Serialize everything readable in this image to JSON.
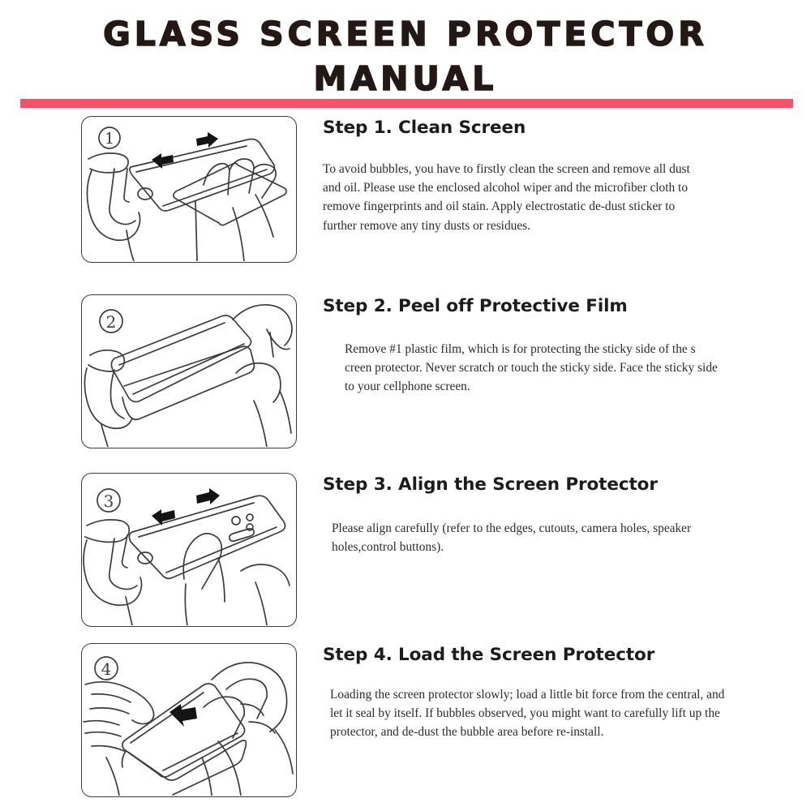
{
  "document": {
    "title_line_1": "GLASS SCREEN PROTECTOR",
    "title_line_2": "MANUAL",
    "accent_color": "#f4526a",
    "text_color": "#231815",
    "background_color": "#ffffff"
  },
  "steps": [
    {
      "number": "1",
      "badge": "①",
      "heading": "Step 1. Clean Screen",
      "body": "To avoid bubbles, you have to firstly clean the screen and remove all dust and oil. Please use the enclosed alcohol wiper and the microfiber cloth to remove fingerprints and oil stain. Apply electrostatic de-dust sticker to further remove any tiny dusts or residues.",
      "illustration": "hand-holding-phone-with-cleaning-cloth-and-two-arrows"
    },
    {
      "number": "2",
      "badge": "②",
      "heading": "Step 2. Peel off Protective Film",
      "body": "Remove #1 plastic film, which is for protecting the sticky side of the s\ncreen protector. Never scratch or touch the sticky side. Face the sticky side to your cellphone screen.",
      "illustration": "two-hands-peeling-protective-film-off-protector"
    },
    {
      "number": "3",
      "badge": "③",
      "heading": "Step 3. Align the Screen Protector",
      "body": "Please align carefully (refer to the edges, cutouts, camera holes, speaker holes,control buttons).",
      "illustration": "finger-aligning-protector-over-phone-with-camera-cutouts-and-two-arrows"
    },
    {
      "number": "4",
      "badge": "④",
      "heading": "Step 4. Load the Screen Protector",
      "body": "Loading the screen protector slowly; load a little bit force from the central, and let it seal by itself. If bubbles observed, you might want to carefully lift up the protector, and de-dust the bubble area before re-install.",
      "illustration": "two-hands-lowering-protector-onto-phone-with-single-arrow"
    }
  ]
}
